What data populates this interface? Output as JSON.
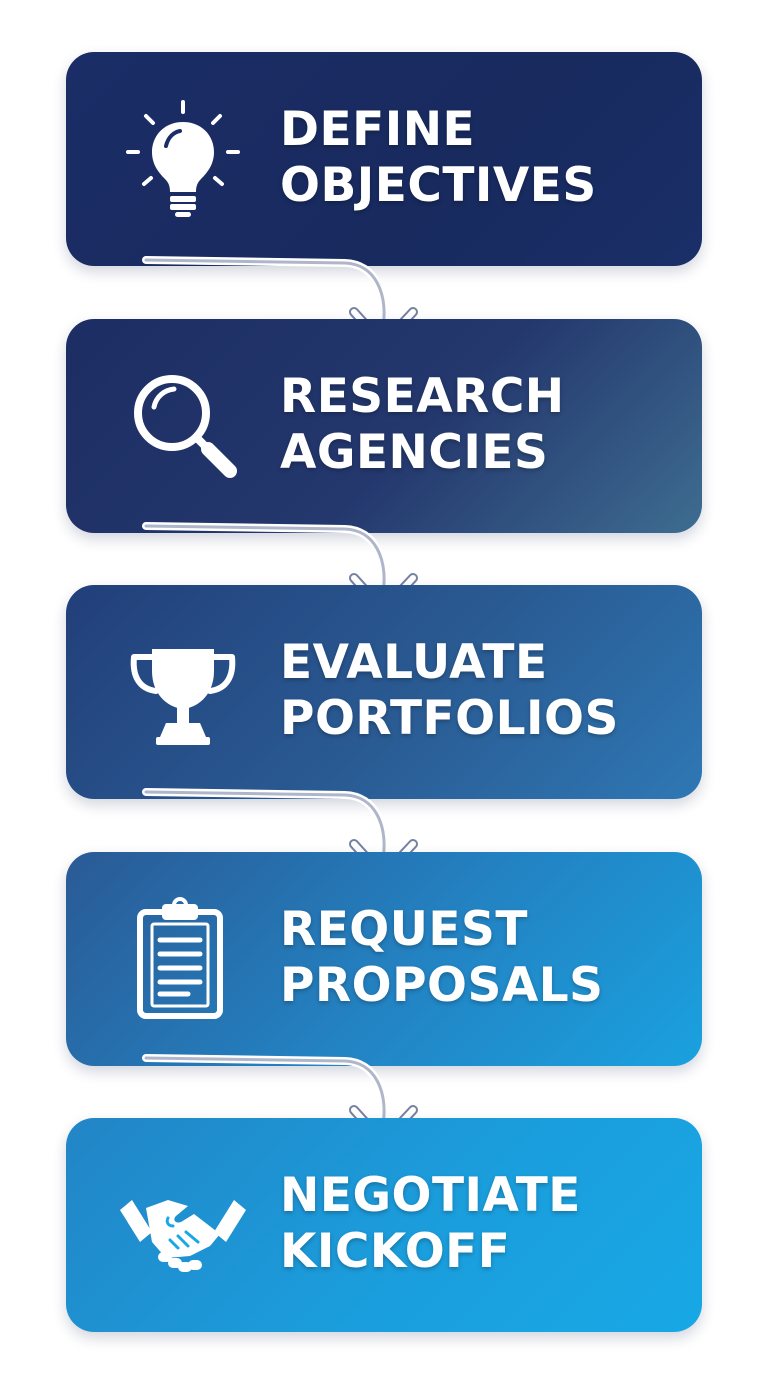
{
  "steps": [
    {
      "line1": "DEFINE",
      "line2": "OBJECTIVES",
      "icon": "lightbulb-icon"
    },
    {
      "line1": "RESEARCH",
      "line2": "AGENCIES",
      "icon": "magnifier-icon"
    },
    {
      "line1": "EVALUATE",
      "line2": "PORTFOLIOS",
      "icon": "trophy-icon"
    },
    {
      "line1": "REQUEST",
      "line2": "PROPOSALS",
      "icon": "clipboard-icon"
    },
    {
      "line1": "NEGOTIATE",
      "line2": "KICKOFF",
      "icon": "handshake-icon"
    }
  ],
  "colors": {
    "step_1": "#182a5e",
    "step_2": "#24386e",
    "step_3": "#2a5b93",
    "step_4": "#2383c3",
    "step_5": "#1b9ddc",
    "text": "#ffffff",
    "connector": "#ffffff"
  }
}
